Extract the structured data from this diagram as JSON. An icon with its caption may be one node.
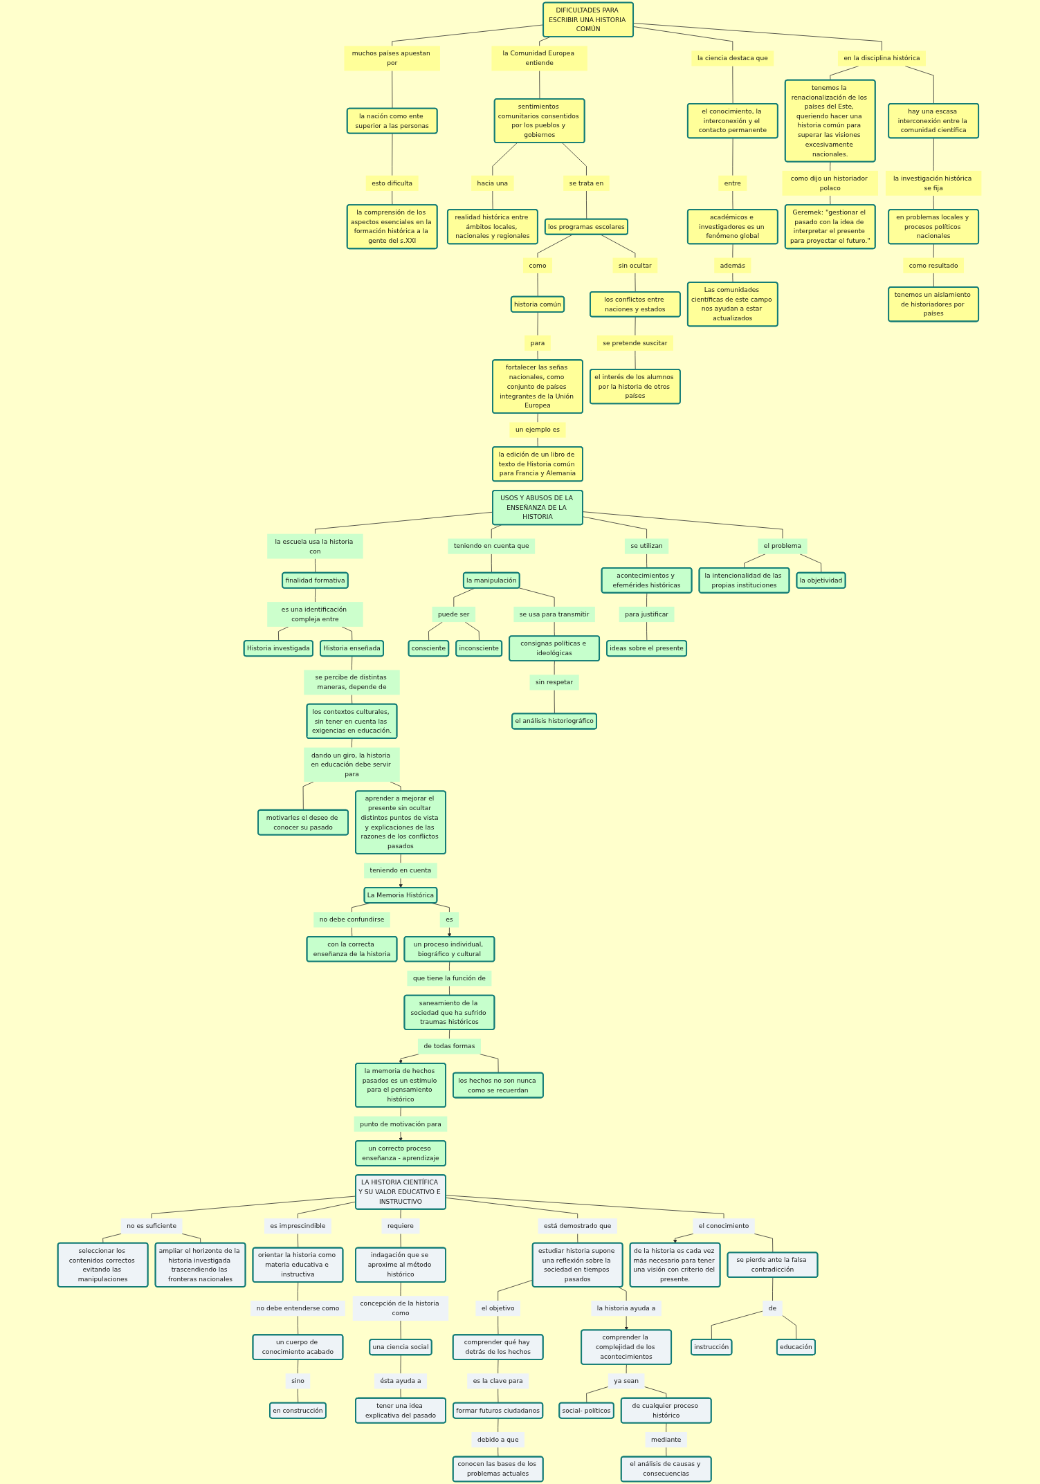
{
  "diagram": {
    "nodes": [
      {
        "text": [
          "DIFICULTADES PARA ESCRIBIR UNA HISTORIA COMÚN"
        ]
      },
      {
        "text": [
          "muchos países apuestan por"
        ]
      },
      {
        "text": [
          "la nación como ente superior a las personas"
        ]
      },
      {
        "text": [
          "esto dificulta"
        ]
      },
      {
        "text": [
          "la comprensión de los aspectos esenciales en la formación histórica a la gente del s.XXI"
        ]
      },
      {
        "text": [
          "la Comunidad Europea entiende"
        ]
      },
      {
        "text": [
          "sentimientos comunitarios consentidos por los pueblos y gobiernos"
        ]
      },
      {
        "text": [
          "hacia una"
        ]
      },
      {
        "text": [
          "realidad histórica entre ámbitos locales, nacionales y regionales"
        ]
      },
      {
        "text": [
          "se trata en"
        ]
      },
      {
        "text": [
          "los programas escolares"
        ]
      },
      {
        "text": [
          "como"
        ]
      },
      {
        "text": [
          "historia común"
        ]
      },
      {
        "text": [
          "para"
        ]
      },
      {
        "text": [
          "fortalecer las señas nacionales, como conjunto de países integrantes de la Unión Europea"
        ]
      },
      {
        "text": [
          "un ejemplo es"
        ]
      },
      {
        "text": [
          "la edición de un libro de texto de Historia común para Francia y Alemania"
        ]
      },
      {
        "text": [
          "sin ocultar"
        ]
      },
      {
        "text": [
          "los conflictos entre naciones y estados"
        ]
      },
      {
        "text": [
          "se pretende suscitar"
        ]
      },
      {
        "text": [
          "el interés de los alumnos por la historia de otros países"
        ]
      },
      {
        "text": [
          "la ciencia destaca que"
        ]
      },
      {
        "text": [
          "el conocimiento, la interconexión y el contacto permanente"
        ]
      },
      {
        "text": [
          "entre"
        ]
      },
      {
        "text": [
          "académicos e investigadores es un fenómeno global"
        ]
      },
      {
        "text": [
          "además"
        ]
      },
      {
        "text": [
          "Las comunidades científicas de este campo nos ayudan a estar actualizados"
        ]
      },
      {
        "text": [
          "en la disciplina histórica"
        ]
      },
      {
        "text": [
          "tenemos la renacionalización de los países del Este, queriendo hacer una historia común para superar las visiones excesivamente nacionales."
        ]
      },
      {
        "text": [
          "como dijo un historiador polaco"
        ]
      },
      {
        "text": [
          "Geremek: \"gestionar el pasado con la idea de interpretar el presente para proyectar el futuro.\""
        ]
      },
      {
        "text": [
          "hay una escasa interconexión entre la comunidad científica"
        ]
      },
      {
        "text": [
          "la investigación histórica se fija"
        ]
      },
      {
        "text": [
          "en problemas locales y procesos políticos nacionales"
        ]
      },
      {
        "text": [
          "como resultado"
        ]
      },
      {
        "text": [
          "tenemos un aislamiento de historiadores por países"
        ]
      },
      {
        "text": [
          "USOS Y ABUSOS DE LA ENSEÑANZA DE LA HISTORIA"
        ]
      },
      {
        "text": [
          "la escuela usa la historia con"
        ]
      },
      {
        "text": [
          "finalidad formativa"
        ]
      },
      {
        "text": [
          "es una identificación compleja entre"
        ]
      },
      {
        "text": [
          "Historia investigada"
        ]
      },
      {
        "text": [
          "Historia enseñada"
        ]
      },
      {
        "text": [
          "se percibe de distintas maneras, depende de"
        ]
      },
      {
        "text": [
          "los contextos culturales, sin tener en cuenta las exigencias en educación."
        ]
      },
      {
        "text": [
          "dando un giro, la historia en educación debe servir para"
        ]
      },
      {
        "text": [
          "motivarles el deseo de conocer su pasado"
        ]
      },
      {
        "text": [
          "aprender a mejorar el presente sin ocultar distintos puntos de vista y explicaciones de las razones de los conflictos pasados"
        ]
      },
      {
        "text": [
          "teniendo en cuenta"
        ]
      },
      {
        "text": [
          "La Memoria Histórica"
        ]
      },
      {
        "text": [
          "no debe confundirse"
        ]
      },
      {
        "text": [
          "con la correcta enseñanza de la historia"
        ]
      },
      {
        "text": [
          "es"
        ]
      },
      {
        "text": [
          "un proceso individual, biográfico y cultural"
        ]
      },
      {
        "text": [
          "que tiene la función de"
        ]
      },
      {
        "text": [
          "saneamiento de la sociedad que ha sufrido traumas históricos"
        ]
      },
      {
        "text": [
          "de todas formas"
        ]
      },
      {
        "text": [
          "la memoria de hechos pasados es un estímulo para el pensamiento histórico"
        ]
      },
      {
        "text": [
          "punto de motivación para"
        ]
      },
      {
        "text": [
          "un correcto proceso enseñanza - aprendizaje"
        ]
      },
      {
        "text": [
          "los hechos no son nunca como se recuerdan"
        ]
      },
      {
        "text": [
          "teniendo en cuenta que"
        ]
      },
      {
        "text": [
          "la manipulación"
        ]
      },
      {
        "text": [
          "puede ser"
        ]
      },
      {
        "text": [
          "consciente"
        ]
      },
      {
        "text": [
          "inconsciente"
        ]
      },
      {
        "text": [
          "se usa para transmitir"
        ]
      },
      {
        "text": [
          "consignas políticas e ideológicas"
        ]
      },
      {
        "text": [
          "sin respetar"
        ]
      },
      {
        "text": [
          "el análisis historiográfico"
        ]
      },
      {
        "text": [
          "se utilizan"
        ]
      },
      {
        "text": [
          "acontecimientos y efemérides históricas"
        ]
      },
      {
        "text": [
          "para justificar"
        ]
      },
      {
        "text": [
          "ideas sobre el presente"
        ]
      },
      {
        "text": [
          "el problema"
        ]
      },
      {
        "text": [
          "la intencionalidad de las propias instituciones"
        ]
      },
      {
        "text": [
          "la objetividad"
        ]
      },
      {
        "text": [
          "LA HISTORIA CIENTÍFICA Y SU VALOR EDUCATIVO E INSTRUCTIVO"
        ]
      },
      {
        "text": [
          "no es suficiente"
        ]
      },
      {
        "text": [
          "seleccionar los contenidos correctos evitando las manipulaciones"
        ]
      },
      {
        "text": [
          "ampliar el horizonte de la historia investigada trascendiendo las fronteras nacionales"
        ]
      },
      {
        "text": [
          "es imprescindible"
        ]
      },
      {
        "text": [
          "orientar la historia como materia educativa e instructiva"
        ]
      },
      {
        "text": [
          "no debe entenderse como"
        ]
      },
      {
        "text": [
          "un cuerpo de conocimiento acabado"
        ]
      },
      {
        "text": [
          "sino"
        ]
      },
      {
        "text": [
          "en construcción"
        ]
      },
      {
        "text": [
          "requiere"
        ]
      },
      {
        "text": [
          "indagación que se aproxime al método histórico"
        ]
      },
      {
        "text": [
          "concepción de la historia como"
        ]
      },
      {
        "text": [
          "una ciencia social"
        ]
      },
      {
        "text": [
          "ésta ayuda a"
        ]
      },
      {
        "text": [
          "tener una idea explicativa del pasado"
        ]
      },
      {
        "text": [
          "está demostrado que"
        ]
      },
      {
        "text": [
          "estudiar historia supone una reflexión sobre la sociedad en tiempos pasados"
        ]
      },
      {
        "text": [
          "el objetivo"
        ]
      },
      {
        "text": [
          "comprender qué hay detrás de los hechos"
        ]
      },
      {
        "text": [
          "es la clave para"
        ]
      },
      {
        "text": [
          "formar futuros ciudadanos"
        ]
      },
      {
        "text": [
          "debido a que"
        ]
      },
      {
        "text": [
          "conocen las bases de los problemas actuales"
        ]
      },
      {
        "text": [
          "la historia ayuda a"
        ]
      },
      {
        "text": [
          "comprender la complejidad de los acontecimientos"
        ]
      },
      {
        "text": [
          "ya sean"
        ]
      },
      {
        "text": [
          "social- políticos"
        ]
      },
      {
        "text": [
          "de cualquier proceso histórico"
        ]
      },
      {
        "text": [
          "mediante"
        ]
      },
      {
        "text": [
          "el análisis de causas y consecuencias"
        ]
      },
      {
        "text": [
          "el conocimiento"
        ]
      },
      {
        "text": [
          "de la historia es cada vez más necesario para tener una visión con criterio del presente."
        ]
      },
      {
        "text": [
          "se pierde ante la falsa contradicción"
        ]
      },
      {
        "text": [
          "de"
        ]
      },
      {
        "text": [
          "instrucción"
        ]
      },
      {
        "text": [
          "educación"
        ]
      }
    ],
    "edges": [
      {
        "from": 0,
        "to": 1,
        "arrow": "none"
      },
      {
        "from": 1,
        "to": 2,
        "arrow": "none"
      },
      {
        "from": 2,
        "to": 3,
        "arrow": "none"
      },
      {
        "from": 3,
        "to": 4,
        "arrow": "none"
      },
      {
        "from": 0,
        "to": 5,
        "arrow": "none"
      },
      {
        "from": 5,
        "to": 6,
        "arrow": "none"
      },
      {
        "from": 6,
        "to": 7,
        "arrow": "none"
      },
      {
        "from": 7,
        "to": 8,
        "arrow": "none"
      },
      {
        "from": 6,
        "to": 9,
        "arrow": "none"
      },
      {
        "from": 9,
        "to": 10,
        "arrow": "none"
      },
      {
        "from": 10,
        "to": 11,
        "arrow": "none"
      },
      {
        "from": 11,
        "to": 12,
        "arrow": "none"
      },
      {
        "from": 12,
        "to": 13,
        "arrow": "none"
      },
      {
        "from": 13,
        "to": 14,
        "arrow": "none"
      },
      {
        "from": 14,
        "to": 15,
        "arrow": "none"
      },
      {
        "from": 15,
        "to": 16,
        "arrow": "none"
      },
      {
        "from": 10,
        "to": 17,
        "arrow": "none"
      },
      {
        "from": 17,
        "to": 18,
        "arrow": "none"
      },
      {
        "from": 18,
        "to": 19,
        "arrow": "none"
      },
      {
        "from": 19,
        "to": 20,
        "arrow": "none"
      },
      {
        "from": 0,
        "to": 21,
        "arrow": "none"
      },
      {
        "from": 21,
        "to": 22,
        "arrow": "none"
      },
      {
        "from": 22,
        "to": 23,
        "arrow": "none"
      },
      {
        "from": 23,
        "to": 24,
        "arrow": "none"
      },
      {
        "from": 24,
        "to": 25,
        "arrow": "none"
      },
      {
        "from": 25,
        "to": 26,
        "arrow": "none"
      },
      {
        "from": 0,
        "to": 27,
        "arrow": "none"
      },
      {
        "from": 27,
        "to": 28,
        "arrow": "none"
      },
      {
        "from": 28,
        "to": 29,
        "arrow": "none"
      },
      {
        "from": 29,
        "to": 30,
        "arrow": "none"
      },
      {
        "from": 27,
        "to": 31,
        "arrow": "none"
      },
      {
        "from": 31,
        "to": 32,
        "arrow": "none"
      },
      {
        "from": 32,
        "to": 33,
        "arrow": "none"
      },
      {
        "from": 33,
        "to": 34,
        "arrow": "none"
      },
      {
        "from": 34,
        "to": 35,
        "arrow": "none"
      },
      {
        "from": 36,
        "to": 37,
        "arrow": "none"
      },
      {
        "from": 37,
        "to": 38,
        "arrow": "none"
      },
      {
        "from": 38,
        "to": 39,
        "arrow": "none"
      },
      {
        "from": 39,
        "to": 40,
        "arrow": "none"
      },
      {
        "from": 39,
        "to": 41,
        "arrow": "none"
      },
      {
        "from": 41,
        "to": 42,
        "arrow": "none"
      },
      {
        "from": 42,
        "to": 43,
        "arrow": "none"
      },
      {
        "from": 43,
        "to": 44,
        "arrow": "none"
      },
      {
        "from": 44,
        "to": 45,
        "arrow": "none"
      },
      {
        "from": 44,
        "to": 46,
        "arrow": "none"
      },
      {
        "from": 46,
        "to": 47,
        "arrow": "none"
      },
      {
        "from": 47,
        "to": 48,
        "arrow": "to"
      },
      {
        "from": 48,
        "to": 49,
        "arrow": "none"
      },
      {
        "from": 49,
        "to": 50,
        "arrow": "none"
      },
      {
        "from": 48,
        "to": 51,
        "arrow": "none"
      },
      {
        "from": 51,
        "to": 52,
        "arrow": "to"
      },
      {
        "from": 52,
        "to": 53,
        "arrow": "none"
      },
      {
        "from": 53,
        "to": 54,
        "arrow": "none"
      },
      {
        "from": 54,
        "to": 55,
        "arrow": "none"
      },
      {
        "from": 55,
        "to": 56,
        "arrow": "to"
      },
      {
        "from": 55,
        "to": 59,
        "arrow": "none"
      },
      {
        "from": 56,
        "to": 57,
        "arrow": "none"
      },
      {
        "from": 57,
        "to": 58,
        "arrow": "to"
      },
      {
        "from": 36,
        "to": 60,
        "arrow": "none"
      },
      {
        "from": 60,
        "to": 61,
        "arrow": "none"
      },
      {
        "from": 61,
        "to": 62,
        "arrow": "none"
      },
      {
        "from": 62,
        "to": 63,
        "arrow": "none"
      },
      {
        "from": 62,
        "to": 64,
        "arrow": "none"
      },
      {
        "from": 61,
        "to": 65,
        "arrow": "none"
      },
      {
        "from": 65,
        "to": 66,
        "arrow": "none"
      },
      {
        "from": 66,
        "to": 67,
        "arrow": "none"
      },
      {
        "from": 67,
        "to": 68,
        "arrow": "none"
      },
      {
        "from": 36,
        "to": 69,
        "arrow": "none"
      },
      {
        "from": 69,
        "to": 70,
        "arrow": "none"
      },
      {
        "from": 70,
        "to": 71,
        "arrow": "none"
      },
      {
        "from": 71,
        "to": 72,
        "arrow": "none"
      },
      {
        "from": 36,
        "to": 73,
        "arrow": "none"
      },
      {
        "from": 73,
        "to": 74,
        "arrow": "none"
      },
      {
        "from": 73,
        "to": 75,
        "arrow": "none"
      },
      {
        "from": 76,
        "to": 77,
        "arrow": "none"
      },
      {
        "from": 77,
        "to": 78,
        "arrow": "none"
      },
      {
        "from": 77,
        "to": 79,
        "arrow": "none"
      },
      {
        "from": 76,
        "to": 80,
        "arrow": "none"
      },
      {
        "from": 80,
        "to": 81,
        "arrow": "none"
      },
      {
        "from": 81,
        "to": 82,
        "arrow": "none"
      },
      {
        "from": 82,
        "to": 83,
        "arrow": "none"
      },
      {
        "from": 83,
        "to": 84,
        "arrow": "none"
      },
      {
        "from": 84,
        "to": 85,
        "arrow": "none"
      },
      {
        "from": 76,
        "to": 86,
        "arrow": "none"
      },
      {
        "from": 86,
        "to": 87,
        "arrow": "none"
      },
      {
        "from": 87,
        "to": 88,
        "arrow": "none"
      },
      {
        "from": 88,
        "to": 89,
        "arrow": "none"
      },
      {
        "from": 89,
        "to": 90,
        "arrow": "none"
      },
      {
        "from": 90,
        "to": 91,
        "arrow": "none"
      },
      {
        "from": 76,
        "to": 92,
        "arrow": "none"
      },
      {
        "from": 92,
        "to": 93,
        "arrow": "none"
      },
      {
        "from": 93,
        "to": 94,
        "arrow": "none"
      },
      {
        "from": 94,
        "to": 95,
        "arrow": "none"
      },
      {
        "from": 95,
        "to": 96,
        "arrow": "none"
      },
      {
        "from": 96,
        "to": 97,
        "arrow": "none"
      },
      {
        "from": 97,
        "to": 98,
        "arrow": "none"
      },
      {
        "from": 98,
        "to": 99,
        "arrow": "none"
      },
      {
        "from": 93,
        "to": 100,
        "arrow": "none"
      },
      {
        "from": 100,
        "to": 101,
        "arrow": "to"
      },
      {
        "from": 101,
        "to": 102,
        "arrow": "none"
      },
      {
        "from": 102,
        "to": 103,
        "arrow": "none"
      },
      {
        "from": 102,
        "to": 104,
        "arrow": "none"
      },
      {
        "from": 104,
        "to": 105,
        "arrow": "none"
      },
      {
        "from": 105,
        "to": 106,
        "arrow": "none"
      },
      {
        "from": 76,
        "to": 107,
        "arrow": "none"
      },
      {
        "from": 107,
        "to": 108,
        "arrow": "to"
      },
      {
        "from": 107,
        "to": 109,
        "arrow": "none"
      },
      {
        "from": 109,
        "to": 110,
        "arrow": "none"
      },
      {
        "from": 110,
        "to": 111,
        "arrow": "none"
      },
      {
        "from": 110,
        "to": 112,
        "arrow": "none"
      }
    ]
  }
}
